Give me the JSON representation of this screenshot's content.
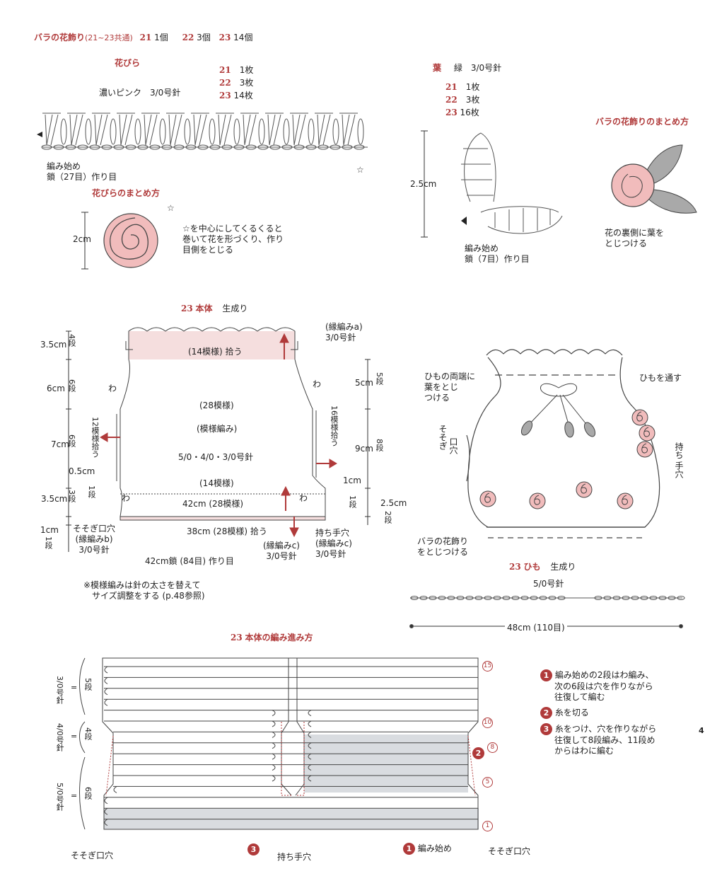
{
  "rose": {
    "title": "バラの花飾り",
    "title_suffix": "(21~23共通)",
    "counts": [
      {
        "num": "21",
        "text": "1個"
      },
      {
        "num": "22",
        "text": "3個"
      },
      {
        "num": "23",
        "text": "14個"
      }
    ]
  },
  "petal": {
    "title": "花びら",
    "color_needle": "濃いピンク　3/0号針",
    "counts": [
      {
        "num": "21",
        "text": "1枚"
      },
      {
        "num": "22",
        "text": "3枚"
      },
      {
        "num": "23",
        "text": "14枚"
      }
    ],
    "start_line1": "編み始め",
    "start_line2": "鎖（27目）作り目"
  },
  "petal_finish": {
    "title": "花びらのまとめ方",
    "size": "2cm",
    "desc1": "☆を中心にしてくるくると",
    "desc2": "巻いて花を形づくり、作り",
    "desc3": "目側をとじる"
  },
  "leaf": {
    "title": "葉",
    "color_needle": "緑　3/0号針",
    "counts": [
      {
        "num": "21",
        "text": "1枚"
      },
      {
        "num": "22",
        "text": "3枚"
      },
      {
        "num": "23",
        "text": "16枚"
      }
    ],
    "size": "2.5cm",
    "start_line1": "編み始め",
    "start_line2": "鎖（7目）作り目"
  },
  "rose_finish": {
    "title": "バラの花飾りのまとめ方",
    "desc1": "花の裏側に葉を",
    "desc2": "とじつける"
  },
  "body": {
    "title_num": "23",
    "title": "本体",
    "color": "生成り",
    "left_dims": [
      {
        "v": "3.5cm",
        "r": "4段"
      },
      {
        "v": "6cm",
        "r": "6段"
      },
      {
        "v": "7cm",
        "r": "6段"
      },
      {
        "v": "3.5cm",
        "r": "3段"
      },
      {
        "v": "1cm",
        "r": "1段"
      }
    ],
    "right_dims": [
      {
        "v": "5cm",
        "r": "5段"
      },
      {
        "v": "9cm",
        "r": "8段"
      },
      {
        "v": "2.5cm",
        "r": "2段"
      }
    ],
    "edging_a": "(縁編みa)",
    "edging_a_needle": "3/0号針",
    "pick_14": "(14模様) 拾う",
    "wa": "わ",
    "p28": "(28模様)",
    "pattern": "(模様編み)",
    "needles": "5/0・4/0・3/0号針",
    "p14": "(14模様)",
    "w42": "42cm (28模様)",
    "w38": "38cm (28模様) 拾う",
    "chain": "42cm鎖 (84目) 作り目",
    "left12_a": "12",
    "left12_b": "模様",
    "left12_c": "拾う",
    "right16_a": "16",
    "right16_b": "模様",
    "right16_c": "拾う",
    "cm05": "0.5cm",
    "cm1": "1cm",
    "step1": "1段",
    "pocket_label1": "そそぎ口穴",
    "pocket_label2": "(縁編みb)",
    "pocket_label3": "3/0号針",
    "edging_c1": "(縁編みc)",
    "edging_c2": "3/0号針",
    "handle1": "持ち手穴",
    "handle2": "(縁編みc)",
    "handle3": "3/0号針",
    "note1": "※模様編みは針の太さを替えて",
    "note2": "サイズ調整をする (p.48参照)"
  },
  "finished": {
    "string_ends1": "ひもの両端に",
    "string_ends2": "葉をとじ",
    "string_ends3": "つける",
    "thread": "ひもを通す",
    "spout1": "そそぎ",
    "spout2": "口穴",
    "handle1": "持ち",
    "handle2": "手穴",
    "rose1": "バラの花飾り",
    "rose2": "をとじつける"
  },
  "string": {
    "num": "23",
    "title": "ひも",
    "color": "生成り",
    "needle": "5/0号針",
    "length": "48cm (110目)"
  },
  "progress": {
    "num": "23",
    "title": "本体の編み進み方",
    "needle_groups": [
      {
        "needle": "3/0号針",
        "rows": "5段"
      },
      {
        "needle": "4/0号針",
        "rows": "4段"
      },
      {
        "needle": "5/0号針",
        "rows": "6段"
      }
    ],
    "row_marks": [
      "15",
      "10",
      "8",
      "5",
      "1"
    ],
    "bottom_left": "そそぎ口穴",
    "bottom_handle": "持ち手穴",
    "bottom_start": "編み始め",
    "bottom_right": "そそぎ口穴",
    "steps": [
      {
        "n": "1",
        "l1": "編み始めの2段はわ編み、",
        "l2": "次の6段は穴を作りながら",
        "l3": "往復して編む"
      },
      {
        "n": "2",
        "l1": "糸を切る",
        "l2": "",
        "l3": ""
      },
      {
        "n": "3",
        "l1": "糸をつけ、穴を作りながら",
        "l2": "往復して8段編み、11段め",
        "l3": "からはわに編む"
      }
    ]
  },
  "page_no": "4"
}
